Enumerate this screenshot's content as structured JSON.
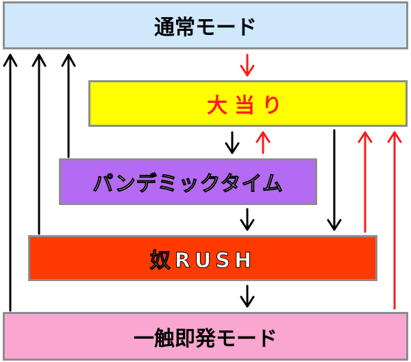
{
  "modes": {
    "normal": "通常モード",
    "big_win": "大当り",
    "pandemic": "パンデミックタイム",
    "rush": "奴RUSH",
    "instant": "一触即発モード"
  },
  "colors": {
    "black_arrow": "#000000",
    "red_arrow": "#ff1a1a"
  }
}
